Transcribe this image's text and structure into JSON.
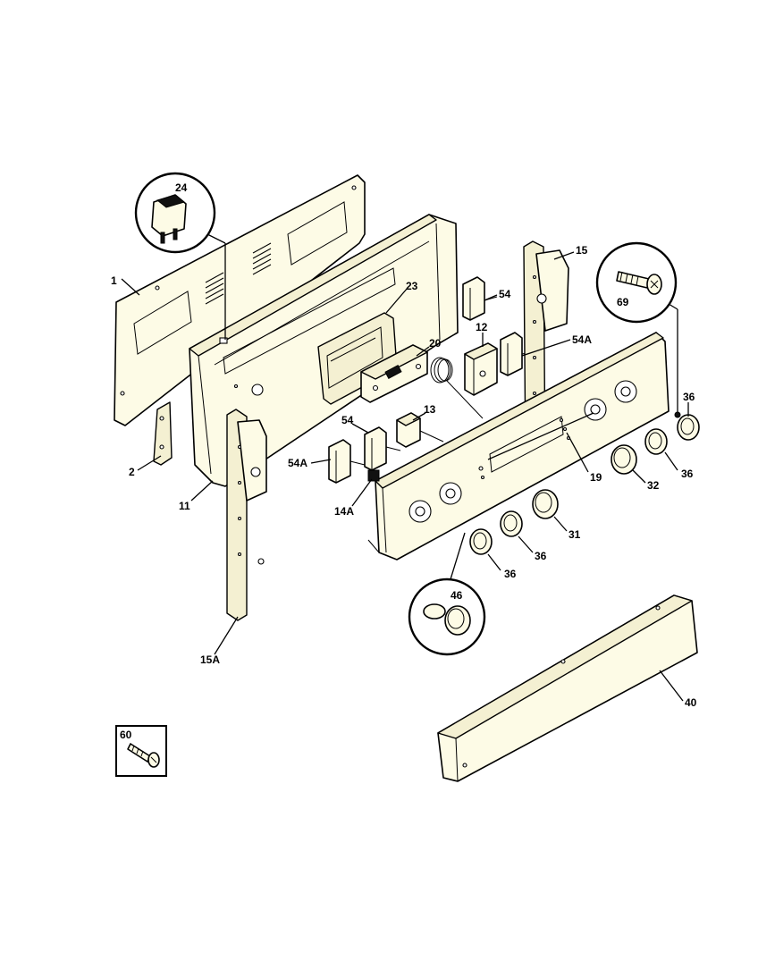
{
  "labels": {
    "l24": "24",
    "l1": "1",
    "l23": "23",
    "l54a": "54",
    "l15": "15",
    "l69": "69",
    "l12": "12",
    "l54Aa": "54A",
    "l20": "20",
    "l36a": "36",
    "l13": "13",
    "l54b": "54",
    "l54Ab": "54A",
    "l2": "2",
    "l11": "11",
    "l14A": "14A",
    "l19": "19",
    "l32": "32",
    "l36b": "36",
    "l31": "31",
    "l36c": "36",
    "l36d": "36",
    "l46": "46",
    "l40": "40",
    "l15A": "15A",
    "l60": "60"
  }
}
